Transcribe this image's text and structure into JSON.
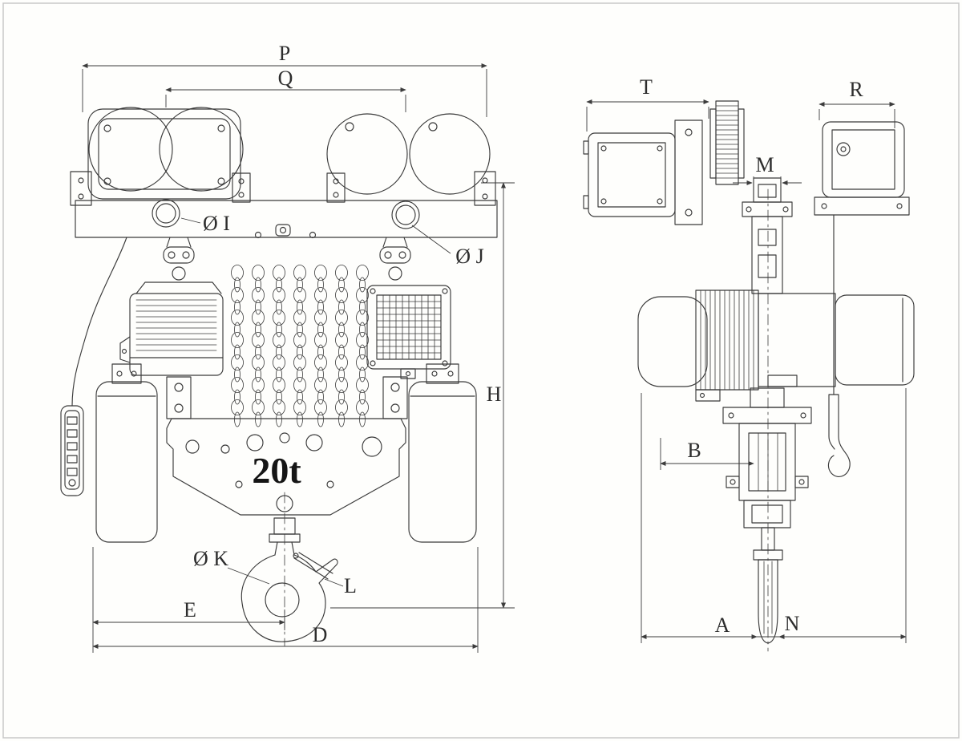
{
  "drawing": {
    "capacity": "20t",
    "labels": {
      "P": "P",
      "Q": "Q",
      "I": "Ø I",
      "J": "Ø J",
      "H": "H",
      "K": "Ø K",
      "L": "L",
      "E": "E",
      "D": "D",
      "T": "T",
      "R": "R",
      "M": "M",
      "B": "B",
      "A": "A",
      "N": "N"
    },
    "colors": {
      "ink": "#3a3a3a",
      "paper": "#fefefc",
      "frame": "#c8c8c8"
    }
  }
}
